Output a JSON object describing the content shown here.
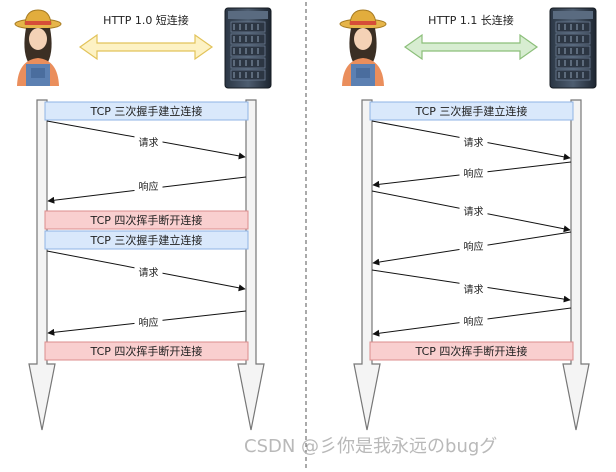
{
  "panels": [
    {
      "id": "http10",
      "title": "HTTP 1.0 短连接",
      "arrow_fill": "#fdf2c4",
      "arrow_stroke": "#e2c35a",
      "steps": [
        {
          "kind": "box",
          "text": "TCP 三次握手建立连接",
          "style": "handshake"
        },
        {
          "kind": "msg",
          "text": "请求",
          "dir": "right"
        },
        {
          "kind": "msg",
          "text": "响应",
          "dir": "left"
        },
        {
          "kind": "box",
          "text": "TCP 四次挥手断开连接",
          "style": "teardown"
        },
        {
          "kind": "box",
          "text": "TCP 三次握手建立连接",
          "style": "handshake"
        },
        {
          "kind": "msg",
          "text": "请求",
          "dir": "right"
        },
        {
          "kind": "msg",
          "text": "响应",
          "dir": "left"
        },
        {
          "kind": "box",
          "text": "TCP 四次挥手断开连接",
          "style": "teardown"
        }
      ]
    },
    {
      "id": "http11",
      "title": "HTTP 1.1 长连接",
      "arrow_fill": "#d7edd1",
      "arrow_stroke": "#8cbf7a",
      "steps": [
        {
          "kind": "box",
          "text": "TCP 三次握手建立连接",
          "style": "handshake"
        },
        {
          "kind": "msg",
          "text": "请求",
          "dir": "right"
        },
        {
          "kind": "msg",
          "text": "响应",
          "dir": "left"
        },
        {
          "kind": "msg",
          "text": "请求",
          "dir": "right"
        },
        {
          "kind": "msg",
          "text": "响应",
          "dir": "left"
        },
        {
          "kind": "msg",
          "text": "请求",
          "dir": "right"
        },
        {
          "kind": "msg",
          "text": "响应",
          "dir": "left"
        },
        {
          "kind": "box",
          "text": "TCP 四次挥手断开连接",
          "style": "teardown"
        }
      ]
    }
  ],
  "colors": {
    "handshake_fill": "#d9e8fb",
    "handshake_stroke": "#8fb3e4",
    "teardown_fill": "#f9cfcf",
    "teardown_stroke": "#dc8d8d",
    "lifeline_fill": "#f4f4f4",
    "lifeline_stroke": "#777777",
    "divider": "#555555"
  },
  "icons": {
    "client": "farmer-user-icon",
    "server": "server-rack-icon"
  },
  "watermark": "CSDN @彡你是我永远のbugグ"
}
